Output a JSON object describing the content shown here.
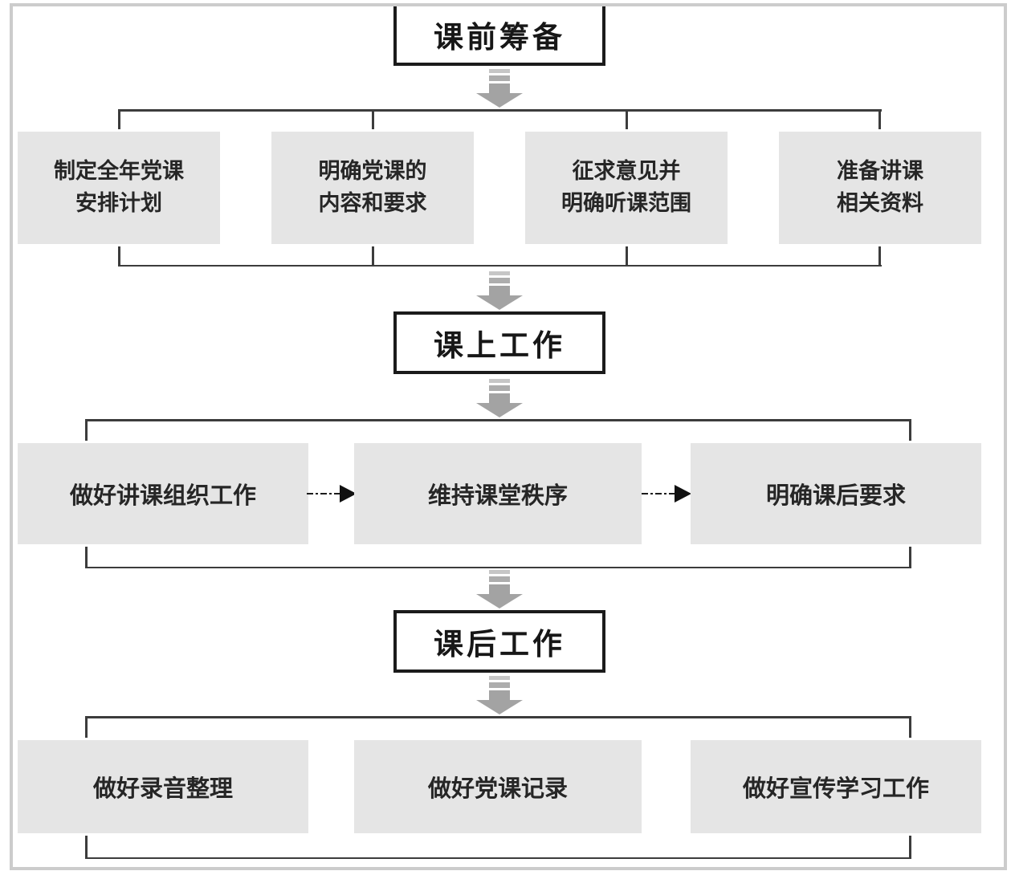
{
  "diagram": {
    "type": "flowchart",
    "language": "zh-CN",
    "colors": {
      "frame_border": "#cccccc",
      "title_box_border": "#1b1b1b",
      "task_box_fill": "#e5e5e5",
      "connector_line": "#3c3c3c",
      "fat_arrow_gray": "#a3a3a3",
      "text": "#262626"
    },
    "icons": {
      "down_arrow": "striped-fat-down-arrow",
      "right_arrow": "dash-dot-right-arrow"
    }
  },
  "stages": {
    "s1": {
      "title": "课前筹备",
      "boxes": [
        {
          "line1": "制定全年党课",
          "line2": "安排计划"
        },
        {
          "line1": "明确党课的",
          "line2": "内容和要求"
        },
        {
          "line1": "征求意见并",
          "line2": "明确听课范围"
        },
        {
          "line1": "准备讲课",
          "line2": "相关资料"
        }
      ]
    },
    "s2": {
      "title": "课上工作",
      "boxes": [
        {
          "label": "做好讲课组织工作"
        },
        {
          "label": "维持课堂秩序"
        },
        {
          "label": "明确课后要求"
        }
      ]
    },
    "s3": {
      "title": "课后工作",
      "boxes": [
        {
          "label": "做好录音整理"
        },
        {
          "label": "做好党课记录"
        },
        {
          "label": "做好宣传学习工作"
        }
      ]
    }
  }
}
